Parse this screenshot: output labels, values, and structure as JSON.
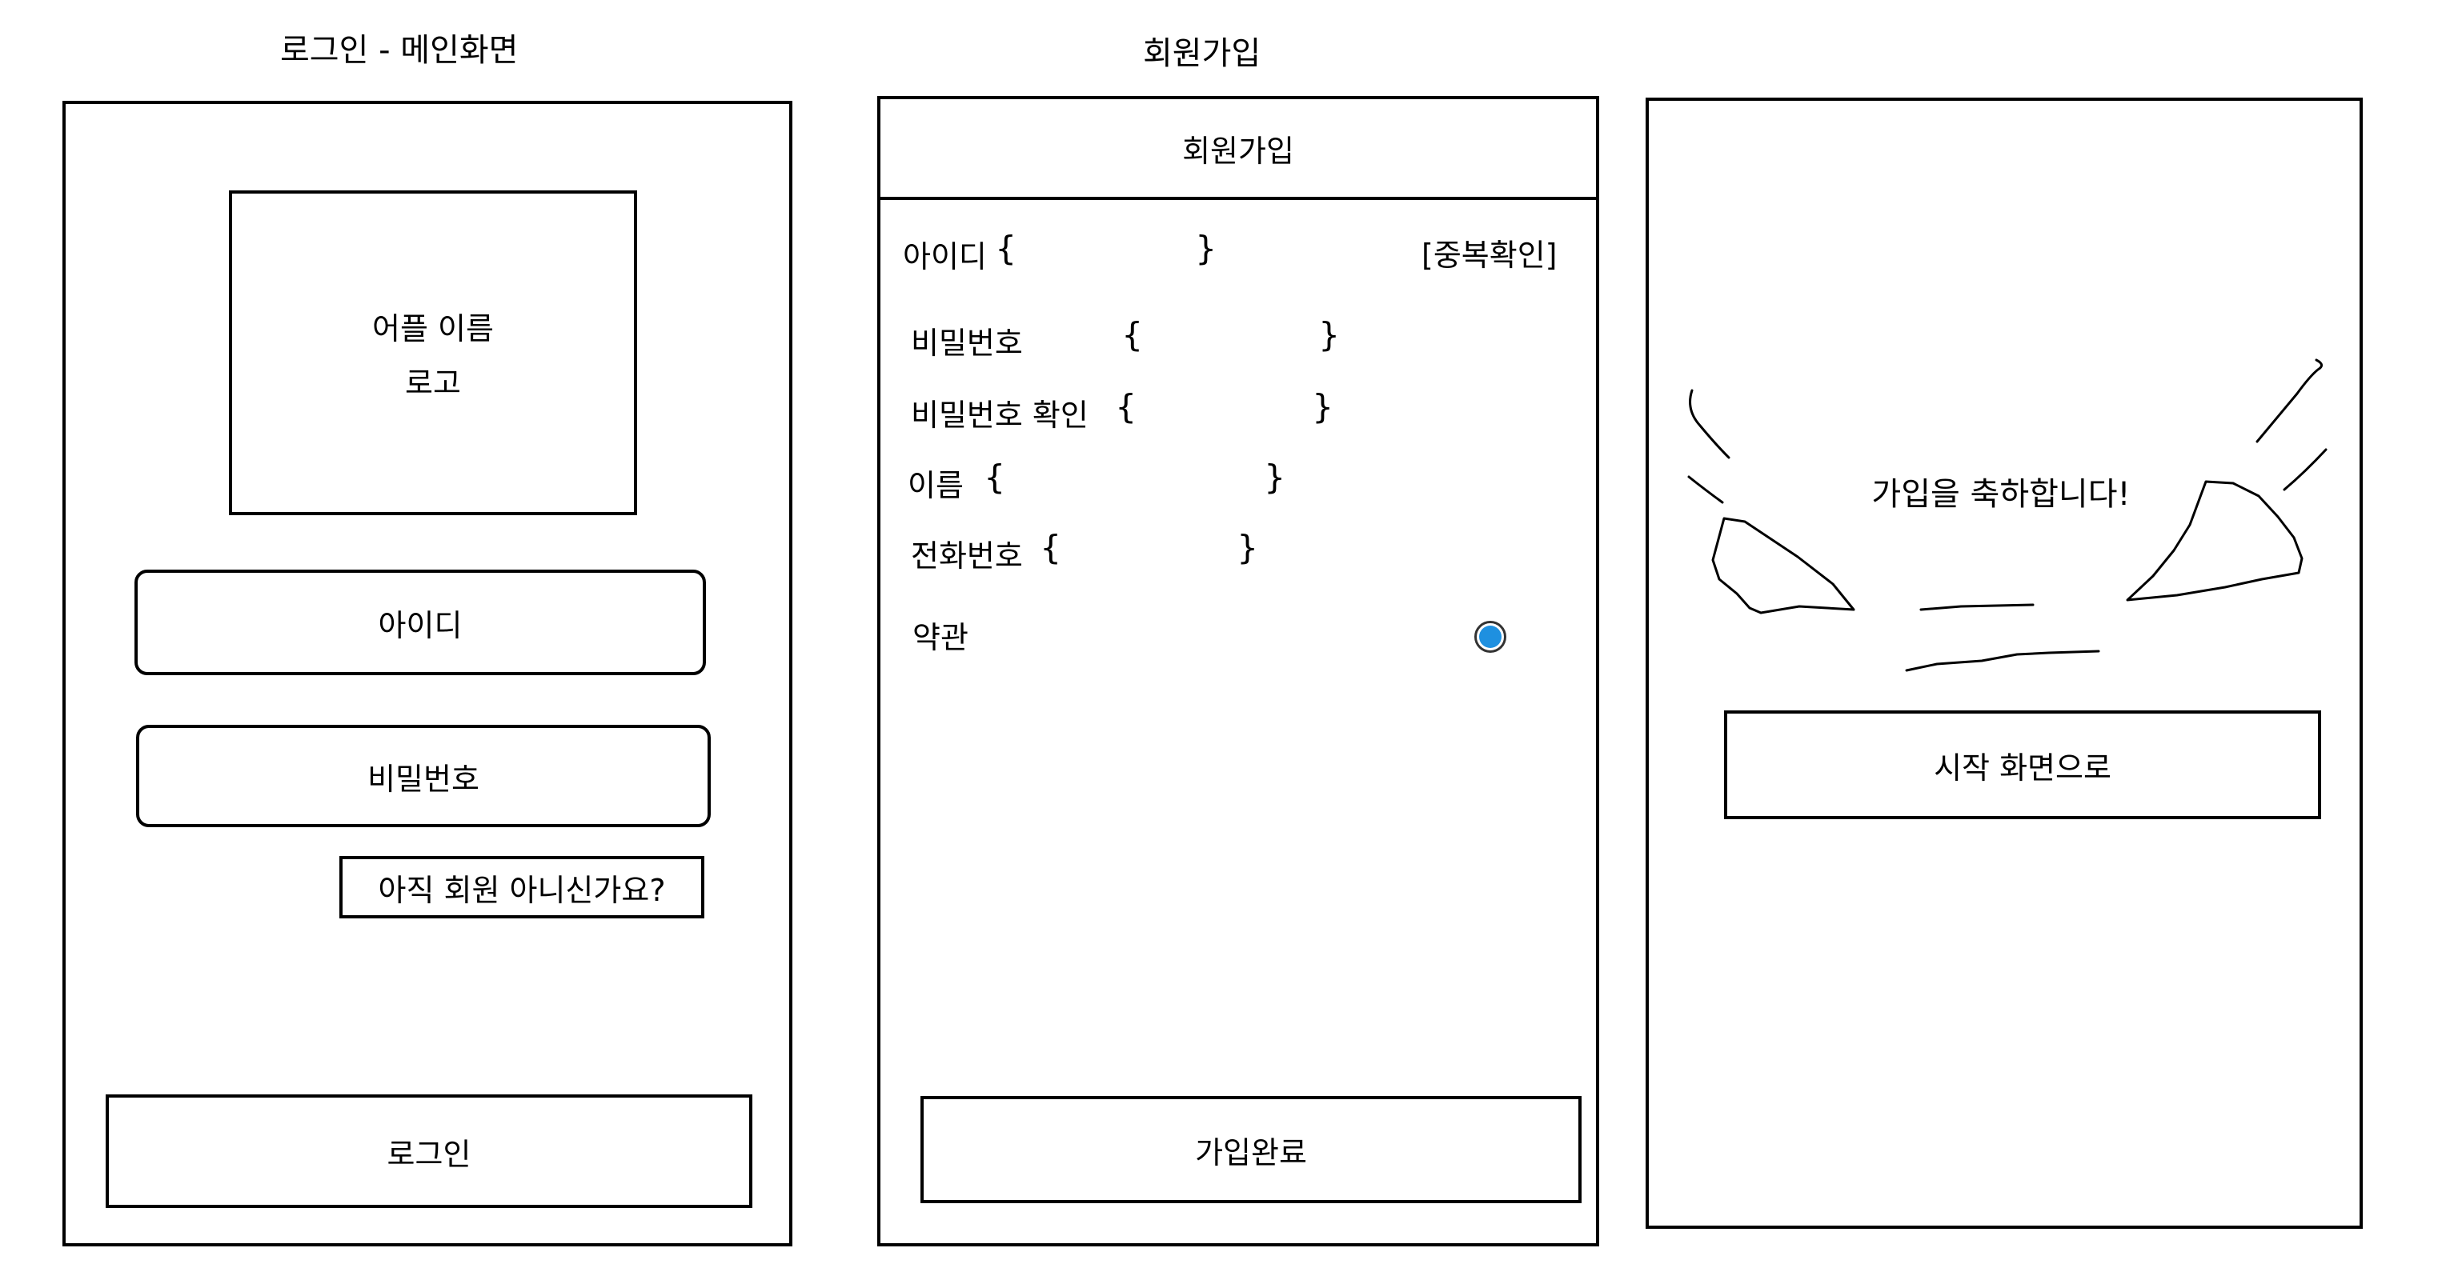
{
  "screens": {
    "login": {
      "caption": "로그인 - 메인화면",
      "logo_line1": "어플 이름",
      "logo_line2": "로고",
      "id_field": "아이디",
      "password_field": "비밀번호",
      "signup_link": "아직 회원 아니신가요?",
      "login_button": "로그인"
    },
    "signup": {
      "caption": "회원가입",
      "header_title": "회원가입",
      "fields": [
        {
          "label": "아이디",
          "open": "{",
          "close": "}"
        },
        {
          "label": "비밀번호",
          "open": "{",
          "close": "}"
        },
        {
          "label": "비밀번호 확인",
          "open": "{",
          "close": "}"
        },
        {
          "label": "이름",
          "open": "{",
          "close": "}"
        },
        {
          "label": "전화번호",
          "open": "{",
          "close": "}"
        }
      ],
      "duplicate_check": "[중복확인]",
      "terms_label": "약관",
      "terms_radio_color": "#1e90e0",
      "submit_button": "가입완료"
    },
    "complete": {
      "message": "가입을 축하합니다!",
      "home_button": "시작 화면으로"
    }
  }
}
